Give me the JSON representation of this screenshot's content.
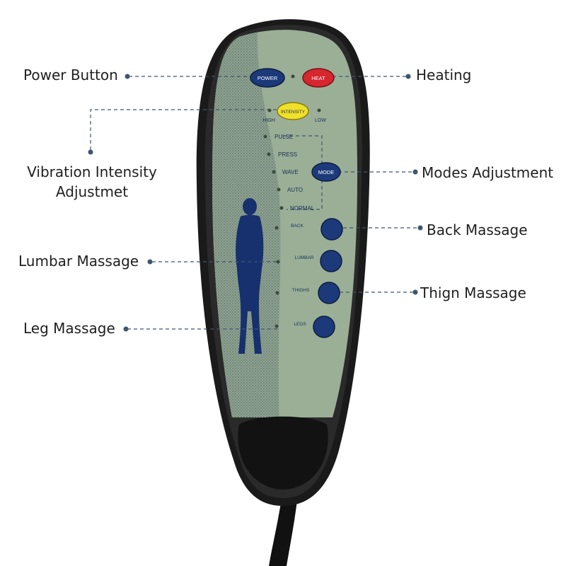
{
  "callouts": {
    "power": "Power Button",
    "heating": "Heating",
    "intensity_line1": "Vibration Intensity",
    "intensity_line2": "Adjustmet",
    "modes": "Modes Adjustment",
    "back": "Back Massage",
    "lumbar": "Lumbar Massage",
    "thigh": "Thign Massage",
    "leg": "Leg Massage"
  },
  "remote": {
    "power_button": "POWER",
    "heat_button": "HEAT",
    "intensity_button": "INTENSITY",
    "intensity_high": "HIGH",
    "intensity_low": "LOW",
    "mode_button": "MODE",
    "modes": [
      "PULSE",
      "PRESS",
      "WAVE",
      "AUTO",
      "NORMAL"
    ],
    "zones": [
      "BACK",
      "LUMBAR",
      "THIGHS",
      "LEGS"
    ]
  },
  "colors": {
    "callout_line": "#3d5670",
    "panel_green": "#9aaf96",
    "button_navy": "#1c3a7a",
    "heat_red": "#d6262e",
    "intensity_yellow": "#f0e028",
    "body_black": "#1a1a1a"
  }
}
